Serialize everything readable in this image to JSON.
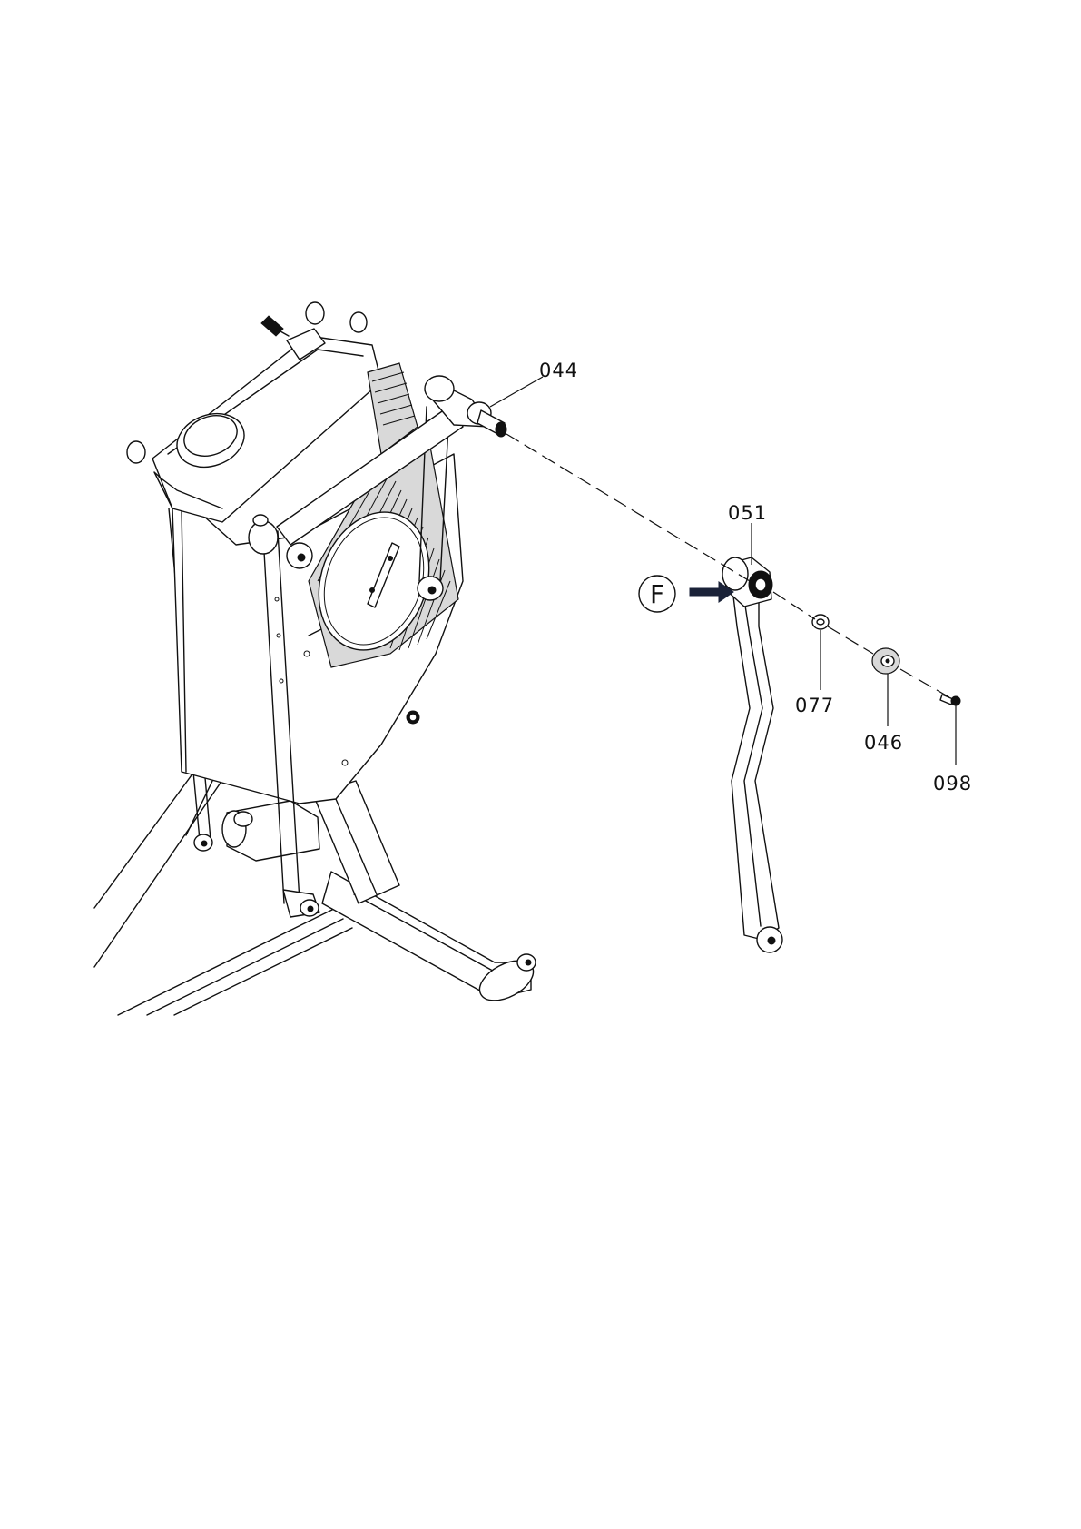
{
  "callouts": {
    "part_044": "044",
    "part_051": "051",
    "part_077": "077",
    "part_046": "046",
    "part_098": "098"
  },
  "step_marker": "F",
  "colors": {
    "line": "#111111",
    "arrow": "#1a2238",
    "background": "#ffffff"
  },
  "icons": {
    "step_marker": "circled-letter",
    "direction": "arrow-right-icon"
  }
}
